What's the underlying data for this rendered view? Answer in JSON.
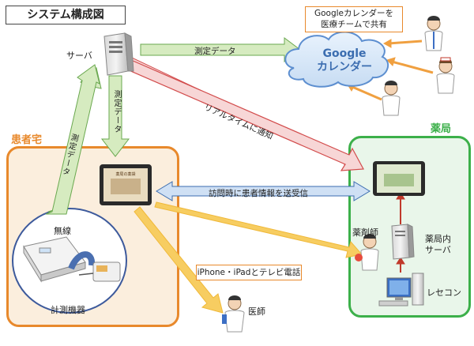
{
  "title": "システム構成図",
  "labels": {
    "server": "サーバ",
    "patient_home": "患者宅",
    "pharmacy": "薬局",
    "wireless": "無線",
    "measuring_device": "計測機器",
    "pharmacist": "薬剤師",
    "pharmacy_server_line1": "薬局内",
    "pharmacy_server_line2": "サーバ",
    "receipt_computer": "レセコン",
    "doctor": "医師"
  },
  "google": {
    "logo_line1": "Google",
    "logo_line2": "カレンダー",
    "callout_line1": "Googleカレンダーを",
    "callout_line2": "医療チームで共有"
  },
  "arrows": {
    "measure_to_google": "測定データ",
    "server_down": "測定データ",
    "home_up": "測定データ",
    "realtime_notify": "リアルタイムに通知",
    "visit_exchange": "訪問時に患者情報を送受信",
    "video_call": "iPhone・iPadとテレビ電話"
  },
  "tablet_screen_text": "薬局の薬袋",
  "colors": {
    "orange": "#e8892c",
    "green": "#3cb04a",
    "arrow_green_fill": "#d6ebc0",
    "arrow_red_fill": "#f7d6d6",
    "arrow_blue_fill": "#cfe0f4",
    "arrow_yellow": "#f7cd61"
  }
}
